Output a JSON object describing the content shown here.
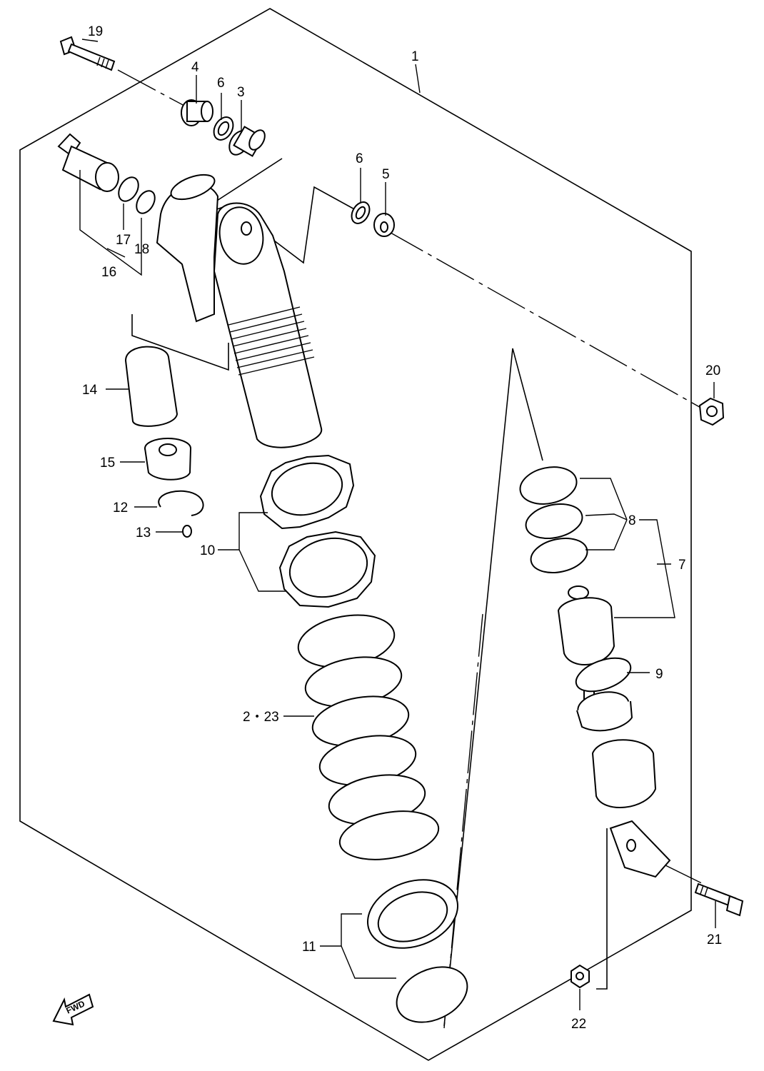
{
  "labels": {
    "p1": "1",
    "p2_23": "2・23",
    "p3": "3",
    "p4": "4",
    "p5": "5",
    "p6a": "6",
    "p6b": "6",
    "p7": "7",
    "p8": "8",
    "p9": "9",
    "p10": "10",
    "p11": "11",
    "p12": "12",
    "p13": "13",
    "p14": "14",
    "p15": "15",
    "p16": "16",
    "p17": "17",
    "p18": "18",
    "p19": "19",
    "p20": "20",
    "p21": "21",
    "p22": "22"
  },
  "fwd": "FWD"
}
